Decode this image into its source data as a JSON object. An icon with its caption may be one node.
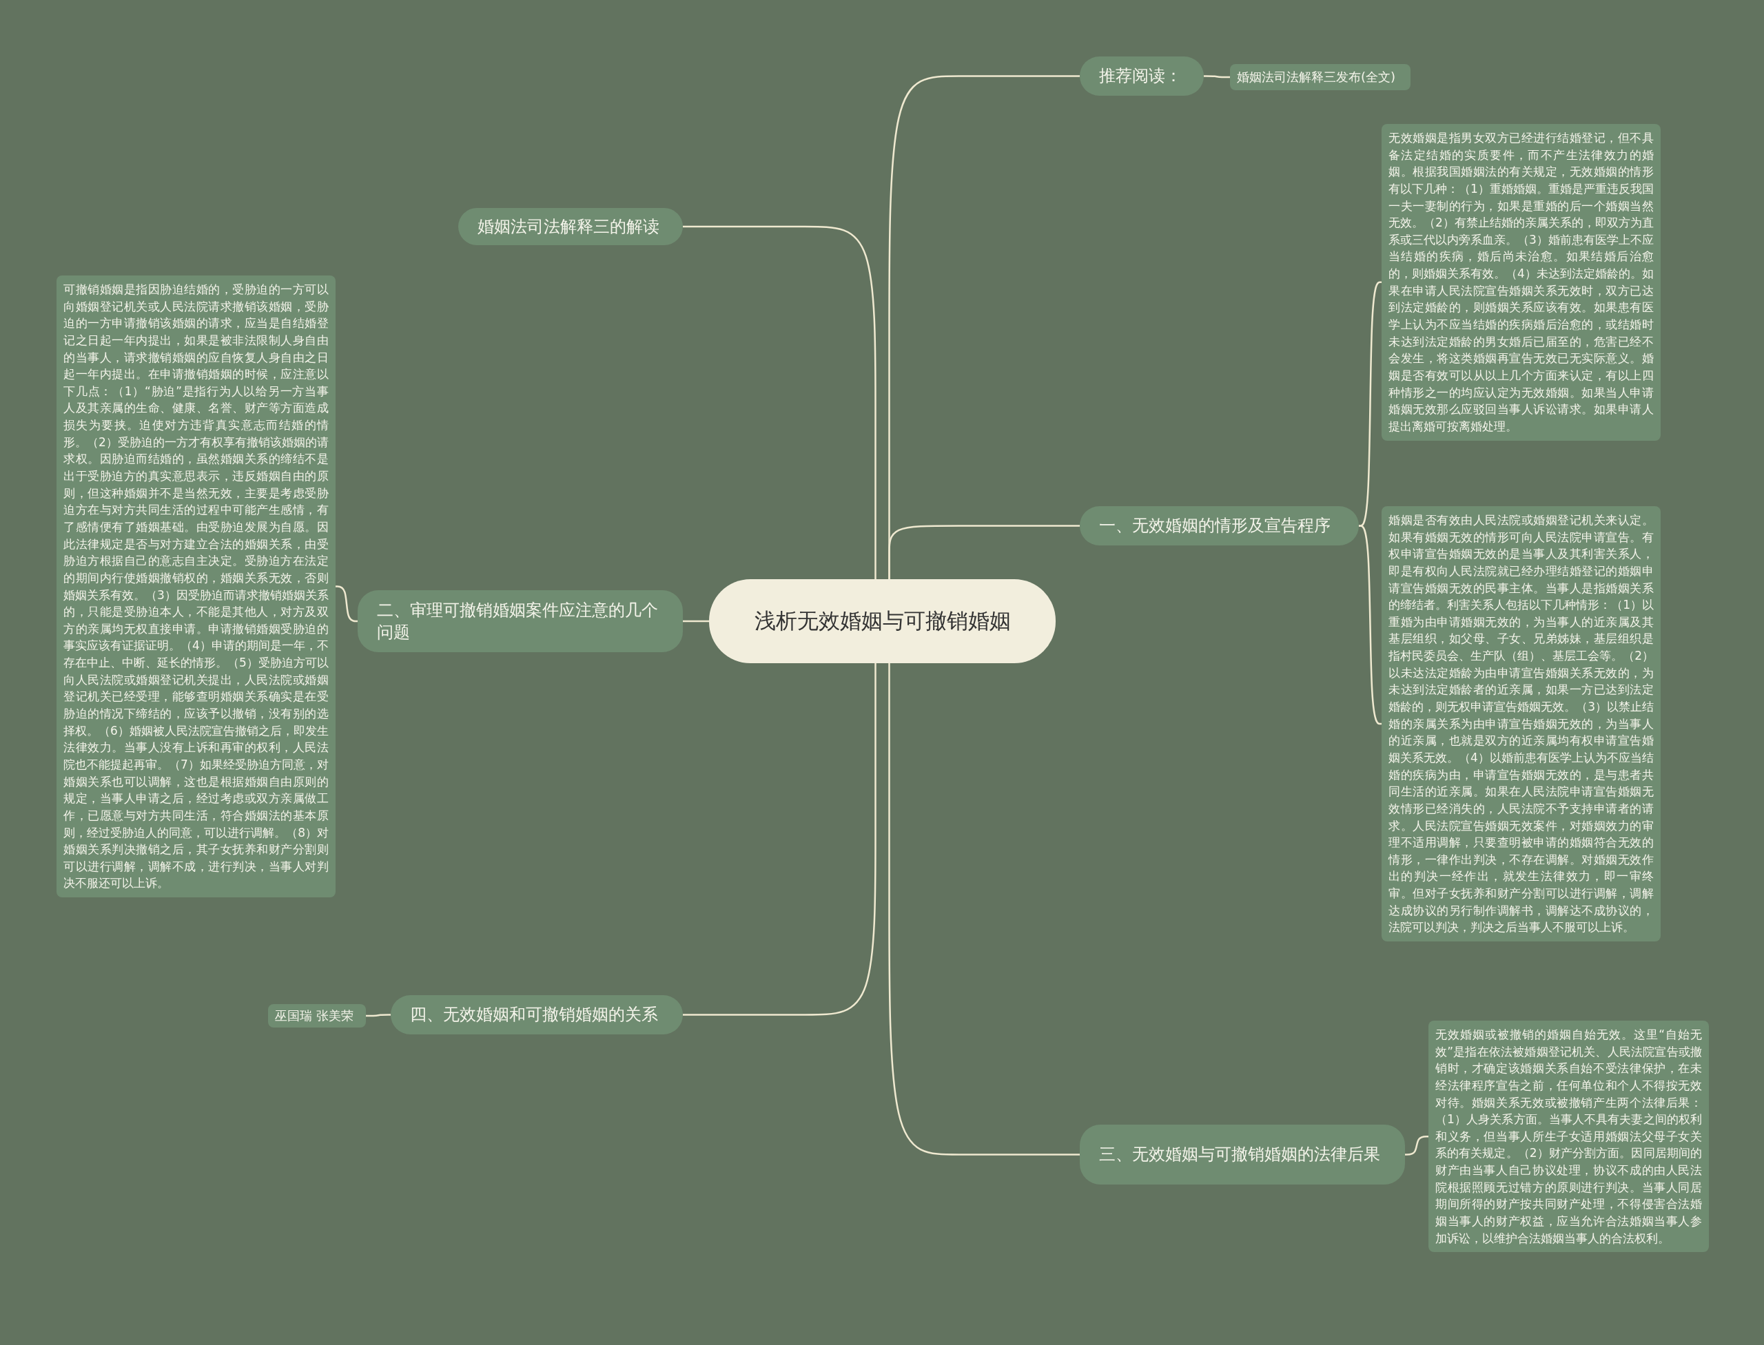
{
  "diagram": {
    "nodes": [
      {
        "text": [
          "浅析无效婚姻与可撤销婚姻"
        ]
      },
      {
        "text": [
          "推荐阅读："
        ]
      },
      {
        "text": [
          "婚姻法司法解释三发布(全文)"
        ]
      },
      {
        "text": [
          "婚姻法司法解释三的解读"
        ]
      },
      {
        "text": [
          "一、无效婚姻的情形及宣告程序"
        ]
      },
      {
        "text": [
          "无效婚姻是指男女双方已经进行结婚登记，但不具备法定结婚的实质要件，而不产生法律效力的婚姻。根据我国婚姻法的有关规定，无效婚姻的情形有以下几种：（1）重婚婚姻。重婚是严重违反我国一夫一妻制的行为，如果是重婚的后一个婚姻当然无效。（2）有禁止结婚的亲属关系的，即双方为直系或三代以内旁系血亲。（3）婚前患有医学上不应当结婚的疾病，婚后尚未治愈。如果结婚后治愈的，则婚姻关系有效。（4）未达到法定婚龄的。如果在申请人民法院宣告婚姻关系无效时，双方已达到法定婚龄的，则婚姻关系应该有效。如果患有医学上认为不应当结婚的疾病婚后治愈的，或结婚时未达到法定婚龄的男女婚后已届至的，危害已经不会发生，将这类婚姻再宣告无效已无实际意义。婚姻是否有效可以从以上几个方面来认定，有以上四种情形之一的均应认定为无效婚姻。如果当人申请婚姻无效那么应驳回当事人诉讼请求。如果申请人提出离婚可按离婚处理。"
        ]
      },
      {
        "text": [
          "婚姻是否有效由人民法院或婚姻登记机关来认定。如果有婚姻无效的情形可向人民法院申请宣告。有权申请宣告婚姻无效的是当事人及其利害关系人，即是有权向人民法院就已经办理结婚登记的婚姻申请宣告婚姻无效的民事主体。当事人是指婚姻关系的缔结者。利害关系人包括以下几种情形：（1）以重婚为由申请婚姻无效的，为当事人的近亲属及其基层组织，如父母、子女、兄弟姊妹，基层组织是指村民委员会、生产队（组）、基层工会等。（2）以未达法定婚龄为由申请宣告婚姻关系无效的，为未达到法定婚龄者的近亲属，如果一方已达到法定婚龄的，则无权申请宣告婚姻无效。（3）以禁止结婚的亲属关系为由申请宣告婚姻无效的，为当事人的近亲属，也就是双方的近亲属均有权申请宣告婚姻关系无效。（4）以婚前患有医学上认为不应当结婚的疾病为由，申请宣告婚姻无效的，是与患者共同生活的近亲属。如果在人民法院申请宣告婚姻无效情形已经消失的，人民法院不予支持申请者的请求。人民法院宣告婚姻无效案件，对婚姻效力的审理不适用调解，只要查明被申请的婚姻符合无效的情形，一律作出判决，不存在调解。对婚姻无效作出的判决一经作出，就发生法律效力，即一审终审。但对子女抚养和财产分割可以进行调解，调解达成协议的另行制作调解书，调解达不成协议的，法院可以判决，判决之后当事人不服可以上诉。"
        ]
      },
      {
        "text": [
          "二、审理可撤销婚姻案件应注意的几个问题"
        ]
      },
      {
        "text": [
          "可撤销婚姻是指因胁迫结婚的，受胁迫的一方可以向婚姻登记机关或人民法院请求撤销该婚姻，受胁迫的一方申请撤销该婚姻的请求，应当是自结婚登记之日起一年内提出，如果是被非法限制人身自由的当事人，请求撤销婚姻的应自恢复人身自由之日起一年内提出。在申请撤销婚姻的时候，应注意以下几点：（1）“胁迫”是指行为人以给另一方当事人及其亲属的生命、健康、名誉、财产等方面造成损失为要挟。迫使对方违背真实意志而结婚的情形。（2）受胁迫的一方才有权享有撤销该婚姻的请求权。因胁迫而结婚的，虽然婚姻关系的缔结不是出于受胁迫方的真实意思表示，违反婚姻自由的原则，但这种婚姻并不是当然无效，主要是考虑受胁迫方在与对方共同生活的过程中可能产生感情，有了感情便有了婚姻基础。由受胁迫发展为自愿。因此法律规定是否与对方建立合法的婚姻关系，由受胁迫方根据自己的意志自主决定。受胁迫方在法定的期间内行使婚姻撤销权的，婚姻关系无效，否则婚姻关系有效。（3）因受胁迫而请求撤销婚姻关系的，只能是受胁迫本人，不能是其他人，对方及双方的亲属均无权直接申请。申请撤销婚姻受胁迫的事实应该有证据证明。（4）申请的期间是一年，不存在中止、中断、延长的情形。（5）受胁迫方可以向人民法院或婚姻登记机关提出，人民法院或婚姻登记机关已经受理，能够查明婚姻关系确实是在受胁迫的情况下缔结的，应该予以撤销，没有别的选择权。（6）婚姻被人民法院宣告撤销之后，即发生法律效力。当事人没有上诉和再审的权利，人民法院也不能提起再审。（7）如果经受胁迫方同意，对婚姻关系也可以调解，这也是根据婚姻自由原则的规定，当事人申请之后，经过考虑或双方亲属做工作，已愿意与对方共同生活，符合婚姻法的基本原则，经过受胁迫人的同意，可以进行调解。（8）对婚姻关系判决撤销之后，其子女抚养和财产分割则可以进行调解，调解不成，进行判决，当事人对判决不服还可以上诉。"
        ]
      },
      {
        "text": [
          "四、无效婚姻和可撤销婚姻的关系"
        ]
      },
      {
        "text": [
          "巫国瑞 张美荣"
        ]
      },
      {
        "text": [
          "三、无效婚姻与可撤销婚姻的法律后果"
        ]
      },
      {
        "text": [
          "无效婚姻或被撤销的婚姻自始无效。这里“自始无效”是指在依法被婚姻登记机关、人民法院宣告或撤销时，才确定该婚姻关系自始不受法律保护，在未经法律程序宣告之前，任何单位和个人不得按无效对待。婚姻关系无效或被撤销产生两个法律后果：（1）人身关系方面。当事人不具有夫妻之间的权利和义务，但当事人所生子女适用婚姻法父母子女关系的有关规定。（2）财产分割方面。因同居期间的财产由当事人自己协议处理，协议不成的由人民法院根据照顾无过错方的原则进行判决。当事人同居期间所得的财产按共同财产处理，不得侵害合法婚姻当事人的财产权益，应当允许合法婚姻当事人参加诉讼，以维护合法婚姻当事人的合法权利。"
        ]
      }
    ],
    "edges": [
      {
        "from": 0,
        "to": 1,
        "arrow": "none"
      },
      {
        "from": 1,
        "to": 2,
        "arrow": "none"
      },
      {
        "from": 0,
        "to": 3,
        "arrow": "none"
      },
      {
        "from": 0,
        "to": 4,
        "arrow": "none"
      },
      {
        "from": 4,
        "to": 5,
        "arrow": "none"
      },
      {
        "from": 4,
        "to": 6,
        "arrow": "none"
      },
      {
        "from": 0,
        "to": 7,
        "arrow": "none"
      },
      {
        "from": 7,
        "to": 8,
        "arrow": "none"
      },
      {
        "from": 0,
        "to": 9,
        "arrow": "none"
      },
      {
        "from": 9,
        "to": 10,
        "arrow": "none"
      },
      {
        "from": 0,
        "to": 11,
        "arrow": "none"
      },
      {
        "from": 11,
        "to": 12,
        "arrow": "none"
      }
    ]
  }
}
